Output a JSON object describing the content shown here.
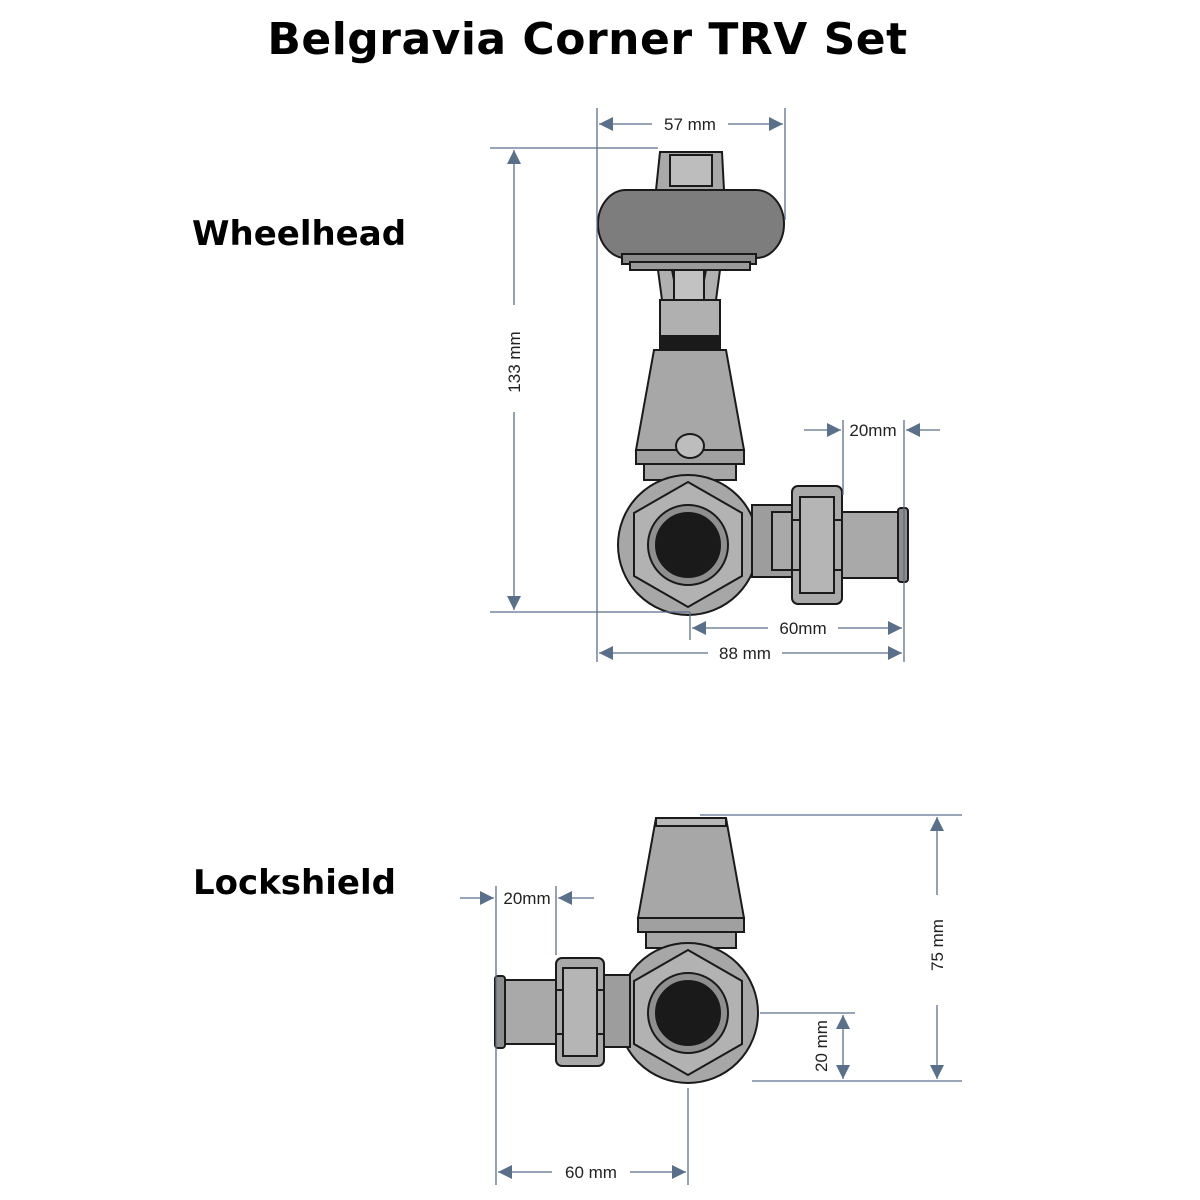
{
  "title": "Belgravia Corner TRV Set",
  "wheelhead": {
    "label": "Wheelhead",
    "dimensions": {
      "width_top": "57 mm",
      "height": "133 mm",
      "tail_length": "20mm",
      "tail_offset": "60mm",
      "total_width": "88 mm"
    }
  },
  "lockshield": {
    "label": "Lockshield",
    "dimensions": {
      "tail_length": "20mm",
      "height": "75 mm",
      "inlet_height": "20 mm",
      "tail_offset": "60 mm"
    }
  },
  "colors": {
    "dimension_line": "#5a6f8a",
    "valve_body": "#a7a7a7",
    "wheel": "#7d7d7d",
    "outline": "#1a1a1a"
  }
}
